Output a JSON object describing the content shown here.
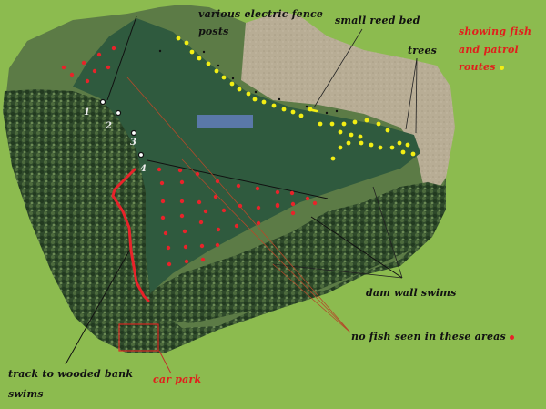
{
  "map": {
    "background_color": "#8cbb4f",
    "colors": {
      "water": "#2f5a3e",
      "woodland": "#2e4a2a",
      "field": "#b5ab92",
      "grass_bank": "#5f7a45",
      "fish_marker": "#e8232a",
      "patrol_marker": "#f2ee14",
      "fence_post": "#111111",
      "track": "#e8232a",
      "blue_patch": "#5a78a8"
    },
    "swim_numbers": [
      "1",
      "2",
      "3",
      "4"
    ]
  },
  "labels": {
    "fence_posts_line1": "various electric fence",
    "fence_posts_line2": "posts",
    "reed_bed": "small reed bed",
    "trees": "trees",
    "legend_line1": "showing fish",
    "legend_line2": "and patrol",
    "legend_line3": "routes",
    "dam_wall": "dam wall swims",
    "no_fish": "no fish seen in these areas",
    "track_line1": "track to wooded bank",
    "track_line2": "swims",
    "car_park": "car park"
  }
}
